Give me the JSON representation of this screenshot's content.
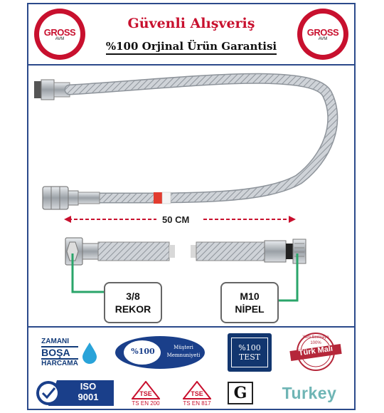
{
  "header": {
    "logo_brand": "GROSS",
    "logo_sub": "AVM",
    "title": "Güvenli Alışveriş",
    "subtitle": "%100 Orjinal Ürün Garantisi"
  },
  "product": {
    "length_label": "50 CM",
    "callout_left": {
      "line1": "3/8",
      "line2": "REKOR"
    },
    "callout_right": {
      "line1": "M10",
      "line2": "NİPEL"
    }
  },
  "badges": {
    "zaman": {
      "line1": "ZAMANI",
      "line2": "BOŞA",
      "line3": "HARCAMA"
    },
    "musteri": {
      "percent": "%100",
      "line1": "Müşteri",
      "line2": "Memnuniyeti"
    },
    "test": {
      "percent": "%100",
      "label": "TEST"
    },
    "turk_mali": {
      "top": "Yerli Sermaye",
      "pct": "100%",
      "label": "Türk Malı"
    },
    "iso": {
      "label": "ISO",
      "number": "9001"
    },
    "tse1": {
      "label": "TSE",
      "code": "TS EN 200"
    },
    "tse2": {
      "label": "TSE",
      "code": "TS EN 817"
    },
    "g": "G",
    "turkey": "Turkey"
  },
  "colors": {
    "brand_red": "#c8102e",
    "frame_blue": "#2b4a8b",
    "callout_green": "#2aa56a"
  }
}
